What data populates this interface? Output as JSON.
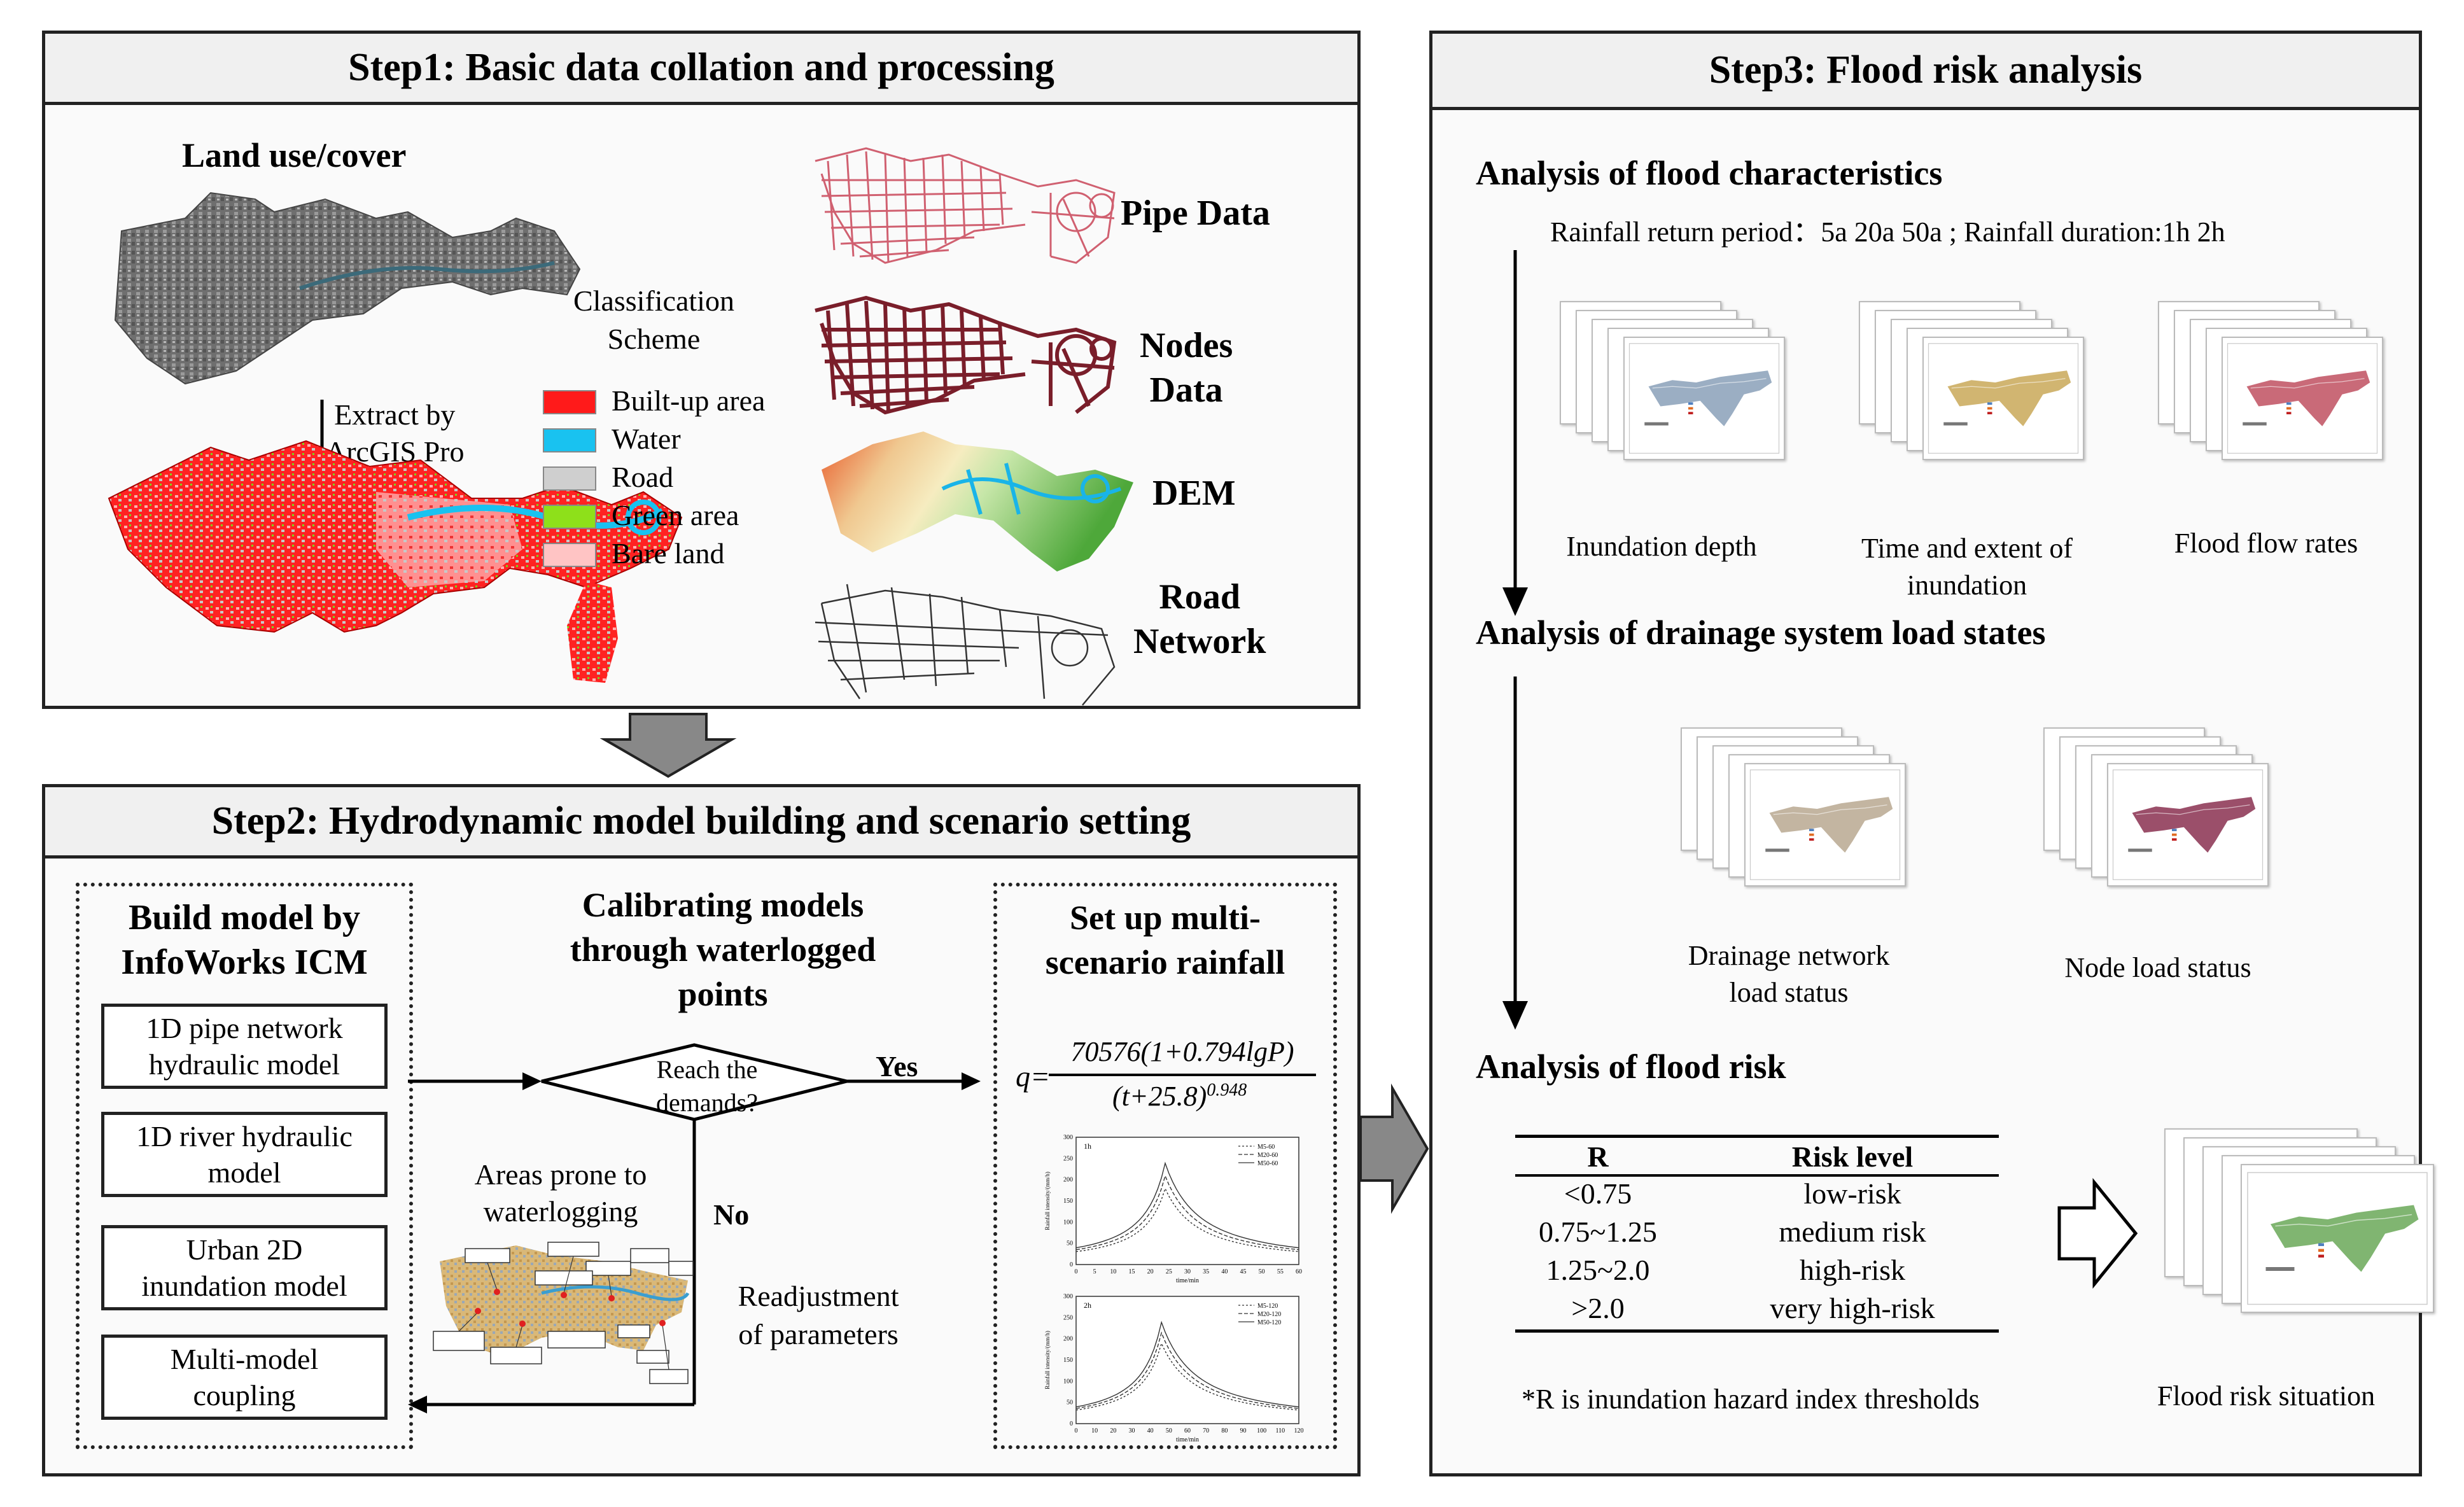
{
  "step1": {
    "title": "Step1: Basic data collation and processing",
    "land_use": "Land use/cover",
    "extract": [
      "Extract by",
      "ArcGIS Pro"
    ],
    "classification": [
      "Classification",
      "Scheme"
    ],
    "legend": [
      {
        "label": "Built-up area",
        "color": "#ff1a1a"
      },
      {
        "label": "Water",
        "color": "#19c2f0"
      },
      {
        "label": "Road",
        "color": "#cfcfcf"
      },
      {
        "label": "Green area",
        "color": "#8ee01a"
      },
      {
        "label": "Bare land",
        "color": "#ffc4c4"
      }
    ],
    "pipe_data": "Pipe Data",
    "nodes_data": [
      "Nodes",
      "Data"
    ],
    "dem": "DEM",
    "road_network": [
      "Road",
      "Network"
    ]
  },
  "step2": {
    "title": "Step2: Hydrodynamic model building and scenario setting",
    "build_title": [
      "Build model by",
      "InfoWorks ICM"
    ],
    "models": [
      [
        "1D pipe network",
        "hydraulic model"
      ],
      [
        "1D river hydraulic",
        "model"
      ],
      [
        "Urban 2D",
        "inundation model"
      ],
      [
        "Multi-model",
        "coupling"
      ]
    ],
    "calibrate_title": [
      "Calibrating models",
      "through waterlogged",
      "points"
    ],
    "decision": [
      "Reach the",
      "demands?"
    ],
    "yes": "Yes",
    "no": "No",
    "areas_prone": [
      "Areas prone to",
      "waterlogging"
    ],
    "readjust": [
      "Readjustment",
      "of parameters"
    ],
    "setup_title": [
      "Set up multi-",
      "scenario rainfall"
    ],
    "formula": {
      "lhs": "q",
      "numerator": "70576(1+0.794lgP)",
      "denominator": "(t+25.8)",
      "exponent": "0.948"
    },
    "chart1": {
      "tag": "1h",
      "legend": [
        "M5-60",
        "M20-60",
        "M50-60"
      ],
      "xlabel": "time/min",
      "ylabel": "Rainfall intensity/(mm/h)"
    },
    "chart2": {
      "tag": "2h",
      "legend": [
        "M5-120",
        "M20-120",
        "M50-120"
      ],
      "xlabel": "time/min",
      "ylabel": "Rainfall intensity/(mm/h)"
    }
  },
  "step3": {
    "title": "Step3: Flood risk analysis",
    "flood_char": "Analysis of flood characteristics",
    "rainfall": "Rainfall return period：5a 20a 50a ; Rainfall duration:1h 2h",
    "inundation_depth": "Inundation depth",
    "time_extent": [
      "Time and extent of",
      "inundation"
    ],
    "flow_rates": "Flood flow rates",
    "drainage_title": "Analysis of drainage system load states",
    "drainage_network": [
      "Drainage network",
      "load status"
    ],
    "node_load": "Node load status",
    "risk_title": "Analysis of flood risk",
    "risk_table": {
      "headers": [
        "R",
        "Risk level"
      ],
      "rows": [
        [
          "<0.75",
          "low-risk"
        ],
        [
          "0.75~1.25",
          "medium risk"
        ],
        [
          "1.25~2.0",
          "high-risk"
        ],
        [
          ">2.0",
          "very high-risk"
        ]
      ]
    },
    "note": "*R is inundation hazard index thresholds",
    "flood_situation": "Flood risk situation"
  }
}
